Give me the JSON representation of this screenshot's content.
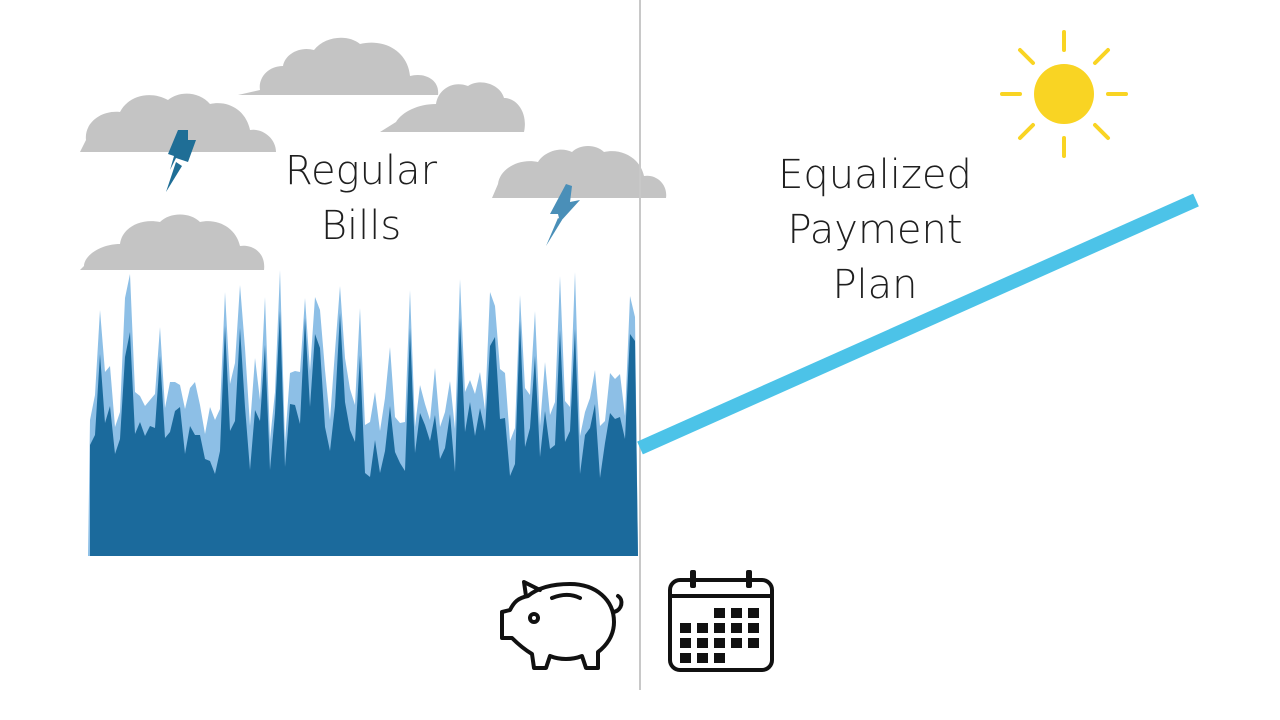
{
  "left_panel": {
    "title_line1": "Regular",
    "title_line2": "Bills",
    "chart_color_dark": "#1b6a9c",
    "chart_color_light": "#8dbfe6",
    "cloud_color": "#c4c4c4",
    "bolt_color": "#1f6e96",
    "icon": "piggy-bank-icon"
  },
  "right_panel": {
    "title_line1": "Equalized",
    "title_line2": "Payment",
    "title_line3": "Plan",
    "line_color": "#4cc3e8",
    "sun_color": "#f9d423",
    "icon": "calendar-icon"
  },
  "divider_color": "#c8c8c8"
}
